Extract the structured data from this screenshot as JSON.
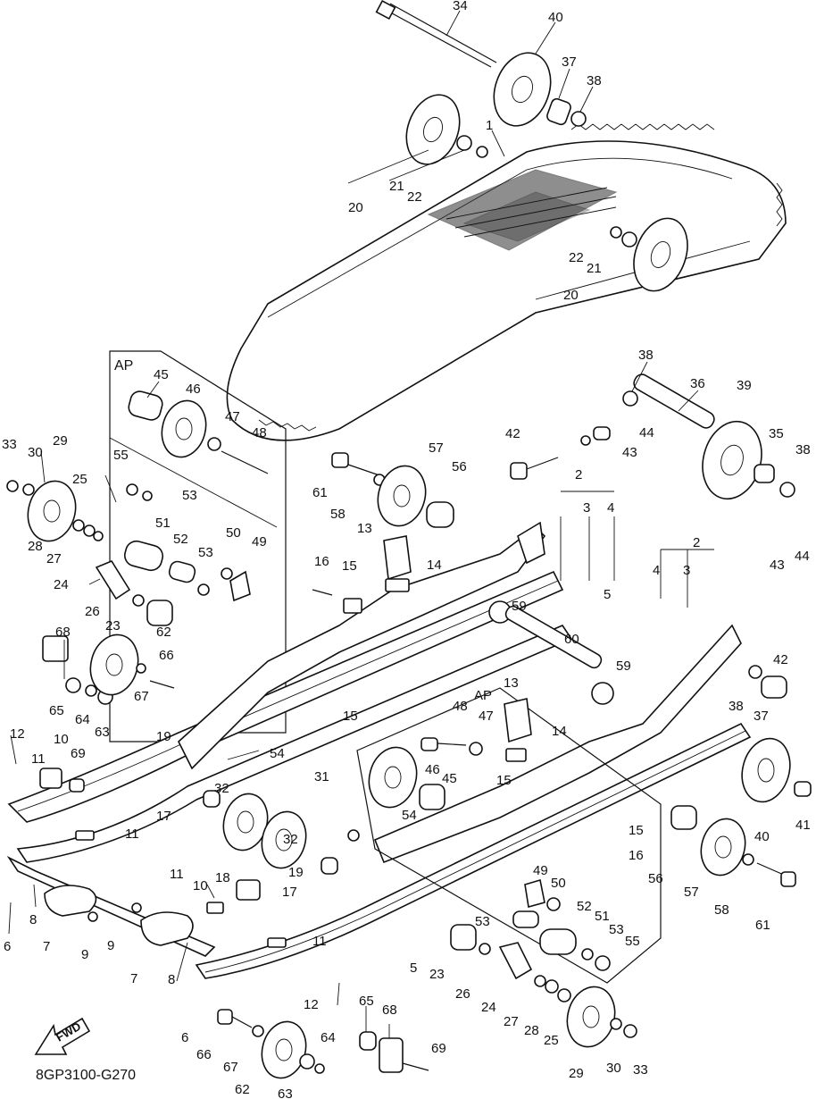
{
  "diagram": {
    "drawing_code": "8GP3100-G270",
    "fwd_label": "FWD",
    "ap_label": "AP",
    "callouts": [
      "34",
      "40",
      "37",
      "38",
      "1",
      "21",
      "22",
      "20",
      "22",
      "21",
      "20",
      "38",
      "36",
      "39",
      "AP",
      "45",
      "46",
      "47",
      "48",
      "55",
      "53",
      "51",
      "52",
      "53",
      "50",
      "49",
      "33",
      "30",
      "29",
      "25",
      "28",
      "27",
      "24",
      "26",
      "23",
      "62",
      "68",
      "66",
      "65",
      "64",
      "63",
      "67",
      "42",
      "44",
      "43",
      "35",
      "38",
      "61",
      "57",
      "56",
      "58",
      "13",
      "14",
      "16",
      "15",
      "2",
      "3",
      "4",
      "5",
      "59",
      "60",
      "59",
      "2",
      "4",
      "3",
      "43",
      "44",
      "42",
      "38",
      "37",
      "AP",
      "13",
      "48",
      "47",
      "14",
      "46",
      "45",
      "15",
      "12",
      "10",
      "69",
      "11",
      "19",
      "54",
      "15",
      "31",
      "11",
      "32",
      "17",
      "32",
      "18",
      "19",
      "17",
      "40",
      "41",
      "54",
      "15",
      "16",
      "56",
      "57",
      "58",
      "61",
      "49",
      "50",
      "52",
      "51",
      "53",
      "55",
      "11",
      "10",
      "6",
      "8",
      "7",
      "9",
      "9",
      "7",
      "8",
      "11",
      "53",
      "23",
      "26",
      "5",
      "24",
      "27",
      "28",
      "25",
      "29",
      "30",
      "33",
      "12",
      "65",
      "68",
      "6",
      "66",
      "67",
      "62",
      "63",
      "64",
      "69"
    ]
  }
}
